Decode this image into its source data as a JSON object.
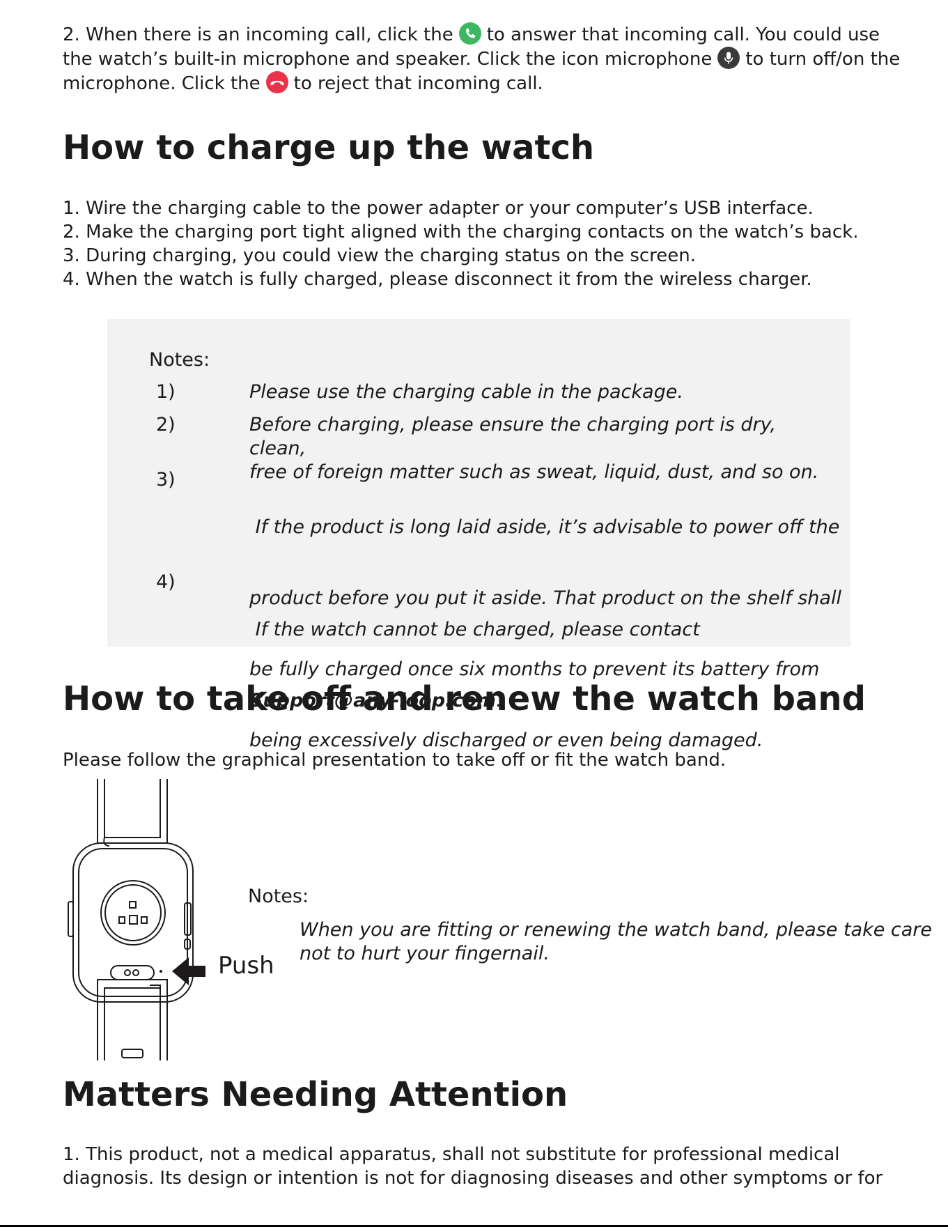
{
  "intro": {
    "line1_a": "2. When there is an incoming call, click the",
    "line1_b": "to answer that incoming call. You could use",
    "line2_a": "the watch’s built-in microphone and speaker. Click the icon microphone",
    "line2_b": "to turn off/on the",
    "line3_a": "microphone. Click the",
    "line3_b": "to reject that incoming call.",
    "answer_icon": "phone-answer-icon",
    "mic_icon": "microphone-icon",
    "reject_icon": "phone-reject-icon",
    "answer_color": "#3cb862",
    "mic_color": "#3a3a3a",
    "reject_color": "#e8334a"
  },
  "charge": {
    "heading": "How to charge up the watch",
    "items": [
      "1. Wire the charging cable to the power adapter or your computer’s USB interface.",
      "2. Make the charging port tight aligned with the charging contacts on the watch’s back.",
      "3. During charging, you could view the charging status on the screen.",
      "4. When the watch is fully charged, please disconnect it from the wireless charger."
    ],
    "notes_title": "Notes:",
    "notes": [
      {
        "num": "1)",
        "lines": [
          "Please use the charging cable in the package."
        ]
      },
      {
        "num": "2)",
        "lines": [
          "Before charging, please ensure the charging port is dry, clean,",
          "free of foreign matter such as sweat, liquid, dust, and so on."
        ]
      },
      {
        "num": "3)",
        "lines": [
          " If the product is long laid aside, it’s advisable to power off the",
          "product before you put it aside. That product on the shelf shall",
          "be fully charged once six months to prevent its battery from",
          "being excessively discharged or even being damaged."
        ]
      },
      {
        "num": "4)",
        "lines": [
          " If the watch cannot be charged, please contact"
        ],
        "email": "Support@any-loop.com",
        "email_suffix": "."
      }
    ]
  },
  "band": {
    "heading": "How to take off and renew the watch band",
    "intro": "Please follow the graphical presentation to take off or fit the watch band.",
    "push_label": "Push",
    "notes_title": "Notes:",
    "note_lines": [
      "When you are fitting or renewing the watch band, please take care",
      "not to hurt your fingernail."
    ]
  },
  "attention": {
    "heading": "Matters Needing Attention",
    "lines": [
      "1. This product, not a medical apparatus, shall not substitute for professional medical",
      "diagnosis. Its design or intention is not for diagnosing diseases and other symptoms or for"
    ]
  }
}
